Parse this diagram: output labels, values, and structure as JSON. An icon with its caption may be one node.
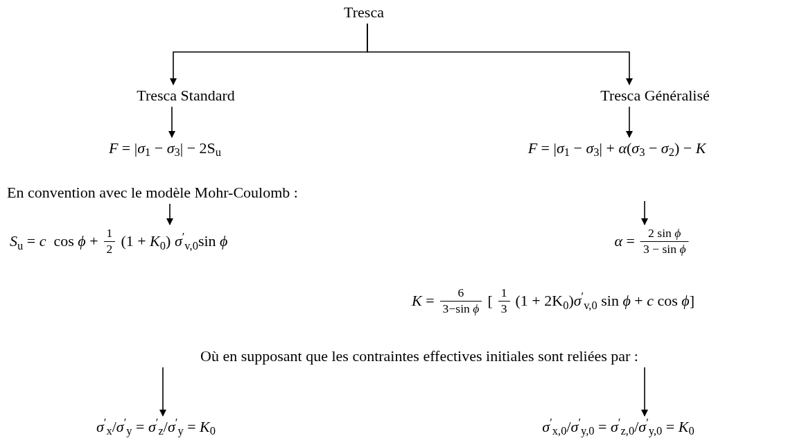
{
  "diagram": {
    "nodes": [
      {
        "text": [
          "Tresca"
        ]
      },
      {
        "text": [
          "Tresca Standard"
        ]
      },
      {
        "text": [
          "Tresca Généralisé"
        ]
      },
      {
        "text": [
          "*F* = |*σ*$_{1}$ − *σ*$_{3}$| − 2S$_{u}$"
        ]
      },
      {
        "text": [
          "*F* = |*σ*$_{1}$ − *σ*$_{3}$| + *α*(*σ*$_{3}$ − *σ*$_{2}$) − *K*"
        ]
      },
      {
        "text": [
          "En convention avec le modèle Mohr-Coulomb :"
        ]
      },
      {
        "text": [
          "*S*$_{u}$ = *c*  cos *ϕ* +",
          "1",
          "2",
          "(1 + *K*$_{0}$) *σ*$^{′}$$_{v,0}$sin *ϕ*"
        ]
      },
      {
        "text": [
          "*α* =",
          "2 sin *ϕ*",
          "3 − sin *ϕ*"
        ]
      },
      {
        "text": [
          "*K* =",
          "6",
          "3−sin *ϕ*",
          "[",
          "1",
          "3",
          "(1 + 2K$_{0}$)*σ*$^{′}$$_{v,0}$ sin *ϕ* + *c* cos *ϕ*]"
        ]
      },
      {
        "text": [
          "Où en supposant que les contraintes effectives initiales sont reliées par :"
        ]
      },
      {
        "text": [
          "*σ*$^{′}$$_{x}$/*σ*$^{′}$$_{y}$ = *σ*$^{′}$$_{z}$/*σ*$^{′}$$_{y}$ = *K*$_{0}$"
        ]
      },
      {
        "text": [
          "*σ*$^{′}$$_{x,0}$/*σ*$^{′}$$_{y,0}$ = *σ*$^{′}$$_{z,0}$/*σ*$^{′}$$_{y,0}$ = *K*$_{0}$"
        ]
      }
    ],
    "edges": [
      {
        "from": 0,
        "to": 1,
        "arrow": "to"
      },
      {
        "from": 0,
        "to": 2,
        "arrow": "to"
      },
      {
        "from": 1,
        "to": 3,
        "arrow": "to"
      },
      {
        "from": 2,
        "to": 4,
        "arrow": "to"
      },
      {
        "from": 5,
        "to": 6,
        "arrow": "to"
      },
      {
        "from": null,
        "to": 7,
        "arrow": "to"
      },
      {
        "from": 9,
        "to": 10,
        "arrow": "to"
      },
      {
        "from": 9,
        "to": 11,
        "arrow": "to"
      }
    ]
  }
}
